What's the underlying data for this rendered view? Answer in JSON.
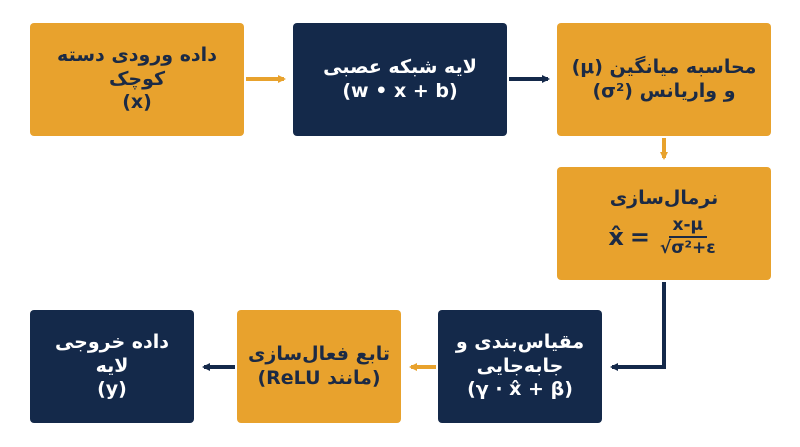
{
  "boxes": {
    "input": {
      "line1": "داده ورودی دسته",
      "line2": "کوچک",
      "line3": "(x)"
    },
    "layer": {
      "line1": "لایه شبکه عصبی",
      "line2": "(w • x + b)"
    },
    "stats": {
      "line1": "محاسبه میانگین (μ)",
      "line2": "و واریانس (σ²)"
    },
    "normalize": {
      "title": "نرمال‌سازی",
      "lhs": "x̂",
      "eq": "=",
      "numerator": "x-μ",
      "denominator": "√σ²+ε"
    },
    "scale": {
      "line1": "مقیاس‌بندی و",
      "line2": "جابه‌جایی",
      "line3": "(γ · x̂ + β)"
    },
    "activation": {
      "line1": "تابع فعال‌سازی",
      "line2": "(مانند ReLU)"
    },
    "output": {
      "line1": "داده خروجی لایه",
      "line2": "(y)"
    }
  },
  "colors": {
    "gold": "#E8A22D",
    "navy": "#14294A",
    "arrow_gold": "#E8A22D",
    "arrow_navy": "#14294A"
  }
}
